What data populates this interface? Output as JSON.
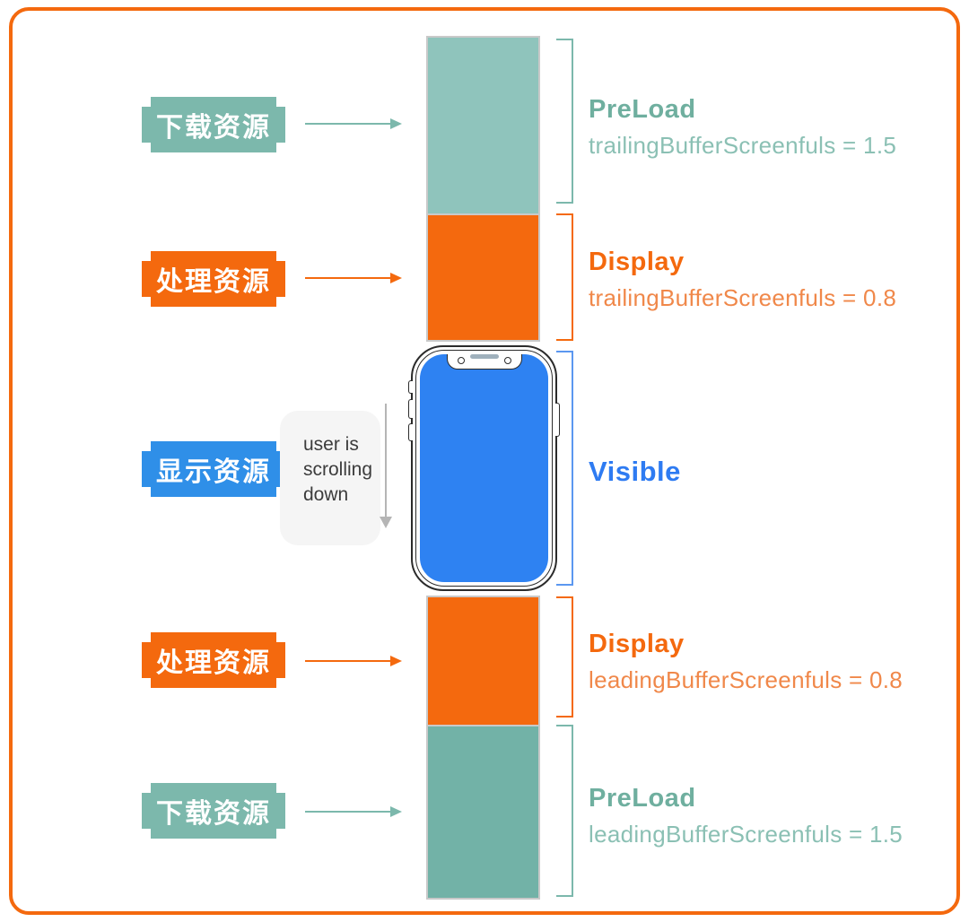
{
  "left_labels": [
    {
      "text": "下载资源"
    },
    {
      "text": "处理资源"
    },
    {
      "text": "显示资源"
    },
    {
      "text": "处理资源"
    },
    {
      "text": "下载资源"
    }
  ],
  "scroll_note": {
    "line1": "user is",
    "line2": "scrolling",
    "line3": "down"
  },
  "right_labels": [
    {
      "title": "PreLoad",
      "subtitle": "trailingBufferScreenfuls = 1.5"
    },
    {
      "title": "Display",
      "subtitle": "trailingBufferScreenfuls = 0.8"
    },
    {
      "title": "Visible",
      "subtitle": ""
    },
    {
      "title": "Display",
      "subtitle": "leadingBufferScreenfuls = 0.8"
    },
    {
      "title": "PreLoad",
      "subtitle": "leadingBufferScreenfuls = 1.5"
    }
  ],
  "colors": {
    "accent_orange": "#F4690E",
    "teal_strip_light": "#8FC4BC",
    "teal_strip_dark": "#72B2A7",
    "teal_label": "#7CB8AC",
    "blue_label": "#2F8FE8",
    "blue_screen": "#2E82F2",
    "blue_text": "#2E7BF2",
    "gray_arrow": "#B5B5B5",
    "strip_border": "#C9C9C9"
  }
}
